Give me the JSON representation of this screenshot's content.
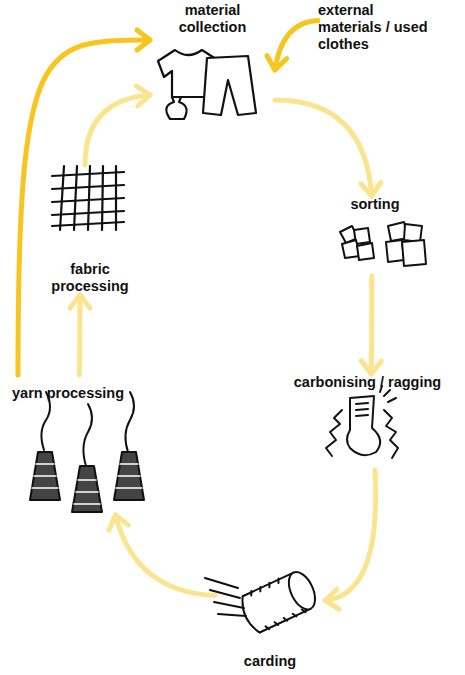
{
  "diagram": {
    "nodes": [
      {
        "text": [
          "material collection"
        ]
      },
      {
        "text": [
          "external materials / used clothes"
        ]
      },
      {
        "text": [
          "sorting"
        ]
      },
      {
        "text": [
          "carbonising / ragging"
        ]
      },
      {
        "text": [
          "carding"
        ]
      },
      {
        "text": [
          "yarn processing"
        ]
      },
      {
        "text": [
          "fabric processing"
        ]
      }
    ],
    "edges": [
      {
        "from": 1,
        "to": 0,
        "arrow": "to"
      },
      {
        "from": 0,
        "to": 2,
        "arrow": "to"
      },
      {
        "from": 2,
        "to": 3,
        "arrow": "to"
      },
      {
        "from": 3,
        "to": 4,
        "arrow": "to"
      },
      {
        "from": 4,
        "to": 5,
        "arrow": "to"
      },
      {
        "from": 5,
        "to": 6,
        "arrow": "to"
      },
      {
        "from": 6,
        "to": 0,
        "arrow": "to"
      },
      {
        "from": 5,
        "to": 0,
        "arrow": "to"
      }
    ]
  }
}
